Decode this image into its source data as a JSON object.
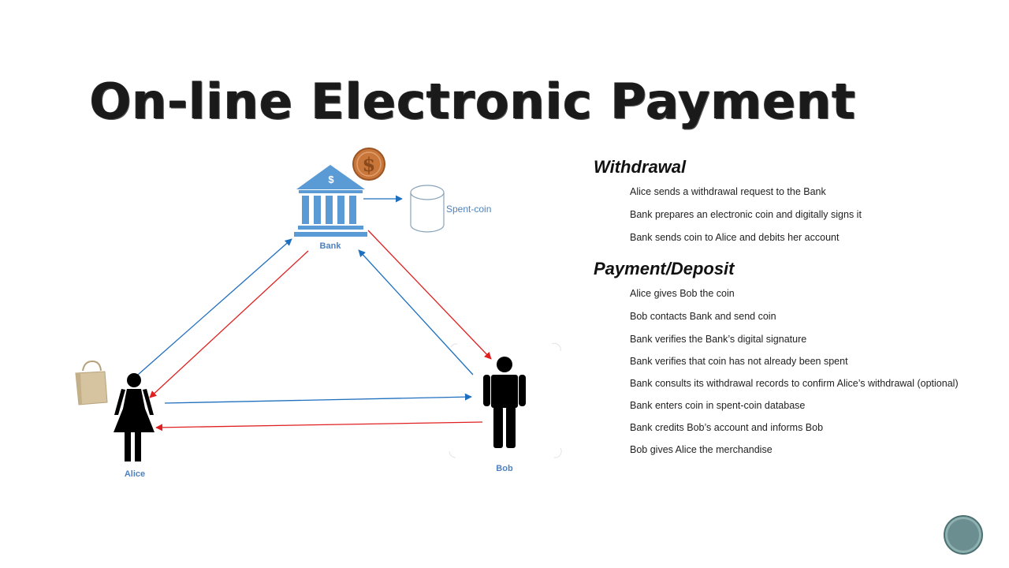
{
  "slide": {
    "title": "On-line Electronic Payment"
  },
  "diagram": {
    "bank_label": "Bank",
    "bank_symbol": "$",
    "spent_coin_label": "Spent-coin",
    "alice_label": "Alice",
    "bob_label": "Bob",
    "colors": {
      "bank_blue": "#5b9bd5",
      "label_blue": "#4f81bd",
      "arrow_blue": "#1f6fbf",
      "arrow_red": "#e02020",
      "coin": "#c8763a",
      "bag": "#d6c4a0"
    }
  },
  "withdrawal": {
    "heading": "Withdrawal",
    "steps": [
      "Alice sends a withdrawal request to the Bank",
      "Bank prepares an electronic coin and digitally signs it",
      "Bank sends coin to Alice and debits her account"
    ]
  },
  "payment": {
    "heading": "Payment/Deposit",
    "steps": [
      "Alice gives Bob the coin",
      "Bob contacts Bank and send coin",
      "Bank verifies the Bank’s digital signature",
      "Bank verifies that coin has not already been spent",
      "Bank consults its withdrawal records to confirm Alice’s withdrawal (optional)",
      "Bank enters coin in spent-coin database",
      "Bank credits Bob’s account and informs Bob",
      "Bob gives Alice the merchandise"
    ]
  },
  "nav": {
    "icon": "slide-nav-circle-icon"
  }
}
